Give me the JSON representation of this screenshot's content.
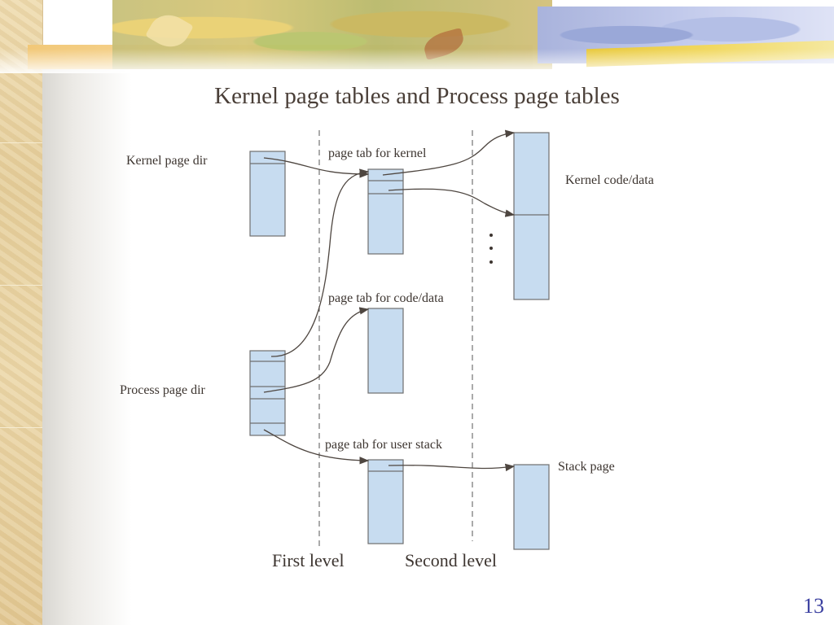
{
  "title": "Kernel page tables and Process page tables",
  "labels": {
    "kernel_page_dir": "Kernel page dir",
    "process_page_dir": "Process page dir",
    "page_tab_kernel": "page tab for kernel",
    "page_tab_code_data": "page tab for code/data",
    "page_tab_user_stack": "page tab for user stack",
    "kernel_code_data": "Kernel code/data",
    "stack_page": "Stack page",
    "first_level": "First level",
    "second_level": "Second level"
  },
  "page_number": "13",
  "colors": {
    "box_fill": "#c7dcf0",
    "box_stroke": "#6f6f6f",
    "arrow": "#4e4640",
    "text": "#3d3530"
  }
}
